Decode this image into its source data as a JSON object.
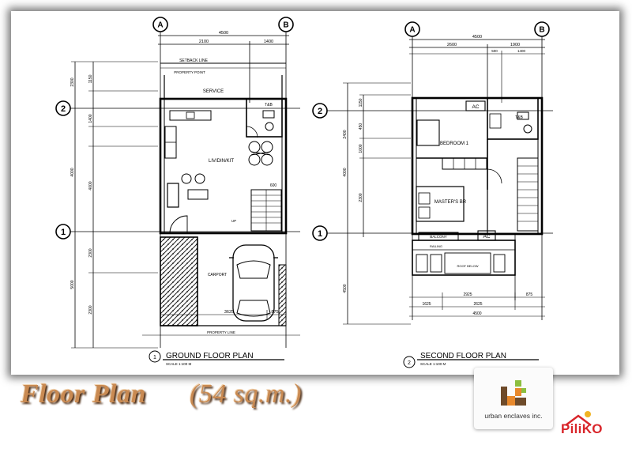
{
  "ground_plan": {
    "title": "GROUND FLOOR PLAN",
    "scale": "SCALE 1:100 M",
    "number": "1",
    "grid_a": "A",
    "grid_b": "B",
    "grid_1": "1",
    "grid_2": "2",
    "dim_total": "4500",
    "dim_left": "2100",
    "dim_right": "1400",
    "dim_bottom": "3625",
    "dim_bottom_right": "875",
    "dim_v1": "2300",
    "dim_v2": "1150",
    "dim_v3": "1400",
    "dim_v4": "4000",
    "dim_v5": "4000",
    "dim_v6": "2300",
    "dim_v7": "5000",
    "dim_v8": "2300",
    "dim_stair": "600",
    "label_setback": "SETBACK LINE",
    "label_property": "PROPERTY POINT",
    "label_service": "SERVICE",
    "label_toilet": "T&B",
    "label_living": "LIV/DIN/KIT",
    "label_garage": "CARPORT",
    "label_stair": "UP",
    "label_property_line": "PROPERTY LINE"
  },
  "second_plan": {
    "title": "SECOND FLOOR PLAN",
    "scale": "SCALE 1:100 M",
    "number": "2",
    "grid_a": "A",
    "grid_b": "B",
    "grid_1": "1",
    "grid_2": "2",
    "dim_total": "4500",
    "dim_left": "2600",
    "dim_right": "1900",
    "dim_sub1": "500",
    "dim_sub2": "1400",
    "dim_bottom_total": "4500",
    "dim_bottom_left": "1625",
    "dim_bottom_mid": "2925",
    "dim_bottom_mid2": "2625",
    "dim_bottom_right": "875",
    "dim_v1": "1150",
    "dim_v2": "2400",
    "dim_v3": "450",
    "dim_v4": "1000",
    "dim_v5": "4000",
    "dim_v6": "2300",
    "dim_v7": "4500",
    "label_ac1": "AC",
    "label_ac2": "AC",
    "label_toilet": "T&B",
    "label_bedroom": "BEDROOM 1",
    "label_master": "MASTER'S BR",
    "label_balcony": "BALCONY",
    "label_railing": "RAILING",
    "label_roof": "ROOF BELOW"
  },
  "caption": {
    "title": "Floor Plan",
    "area": "(54 sq.m.)"
  },
  "brand": {
    "company": "urban enclaves inc.",
    "watermark": "PiliKO"
  },
  "colors": {
    "caption_fill": "#c98a52",
    "logo_orange": "#e8892c",
    "logo_green": "#8cbf3f",
    "logo_brown": "#6e4b2a",
    "watermark_red": "#d9262b"
  }
}
